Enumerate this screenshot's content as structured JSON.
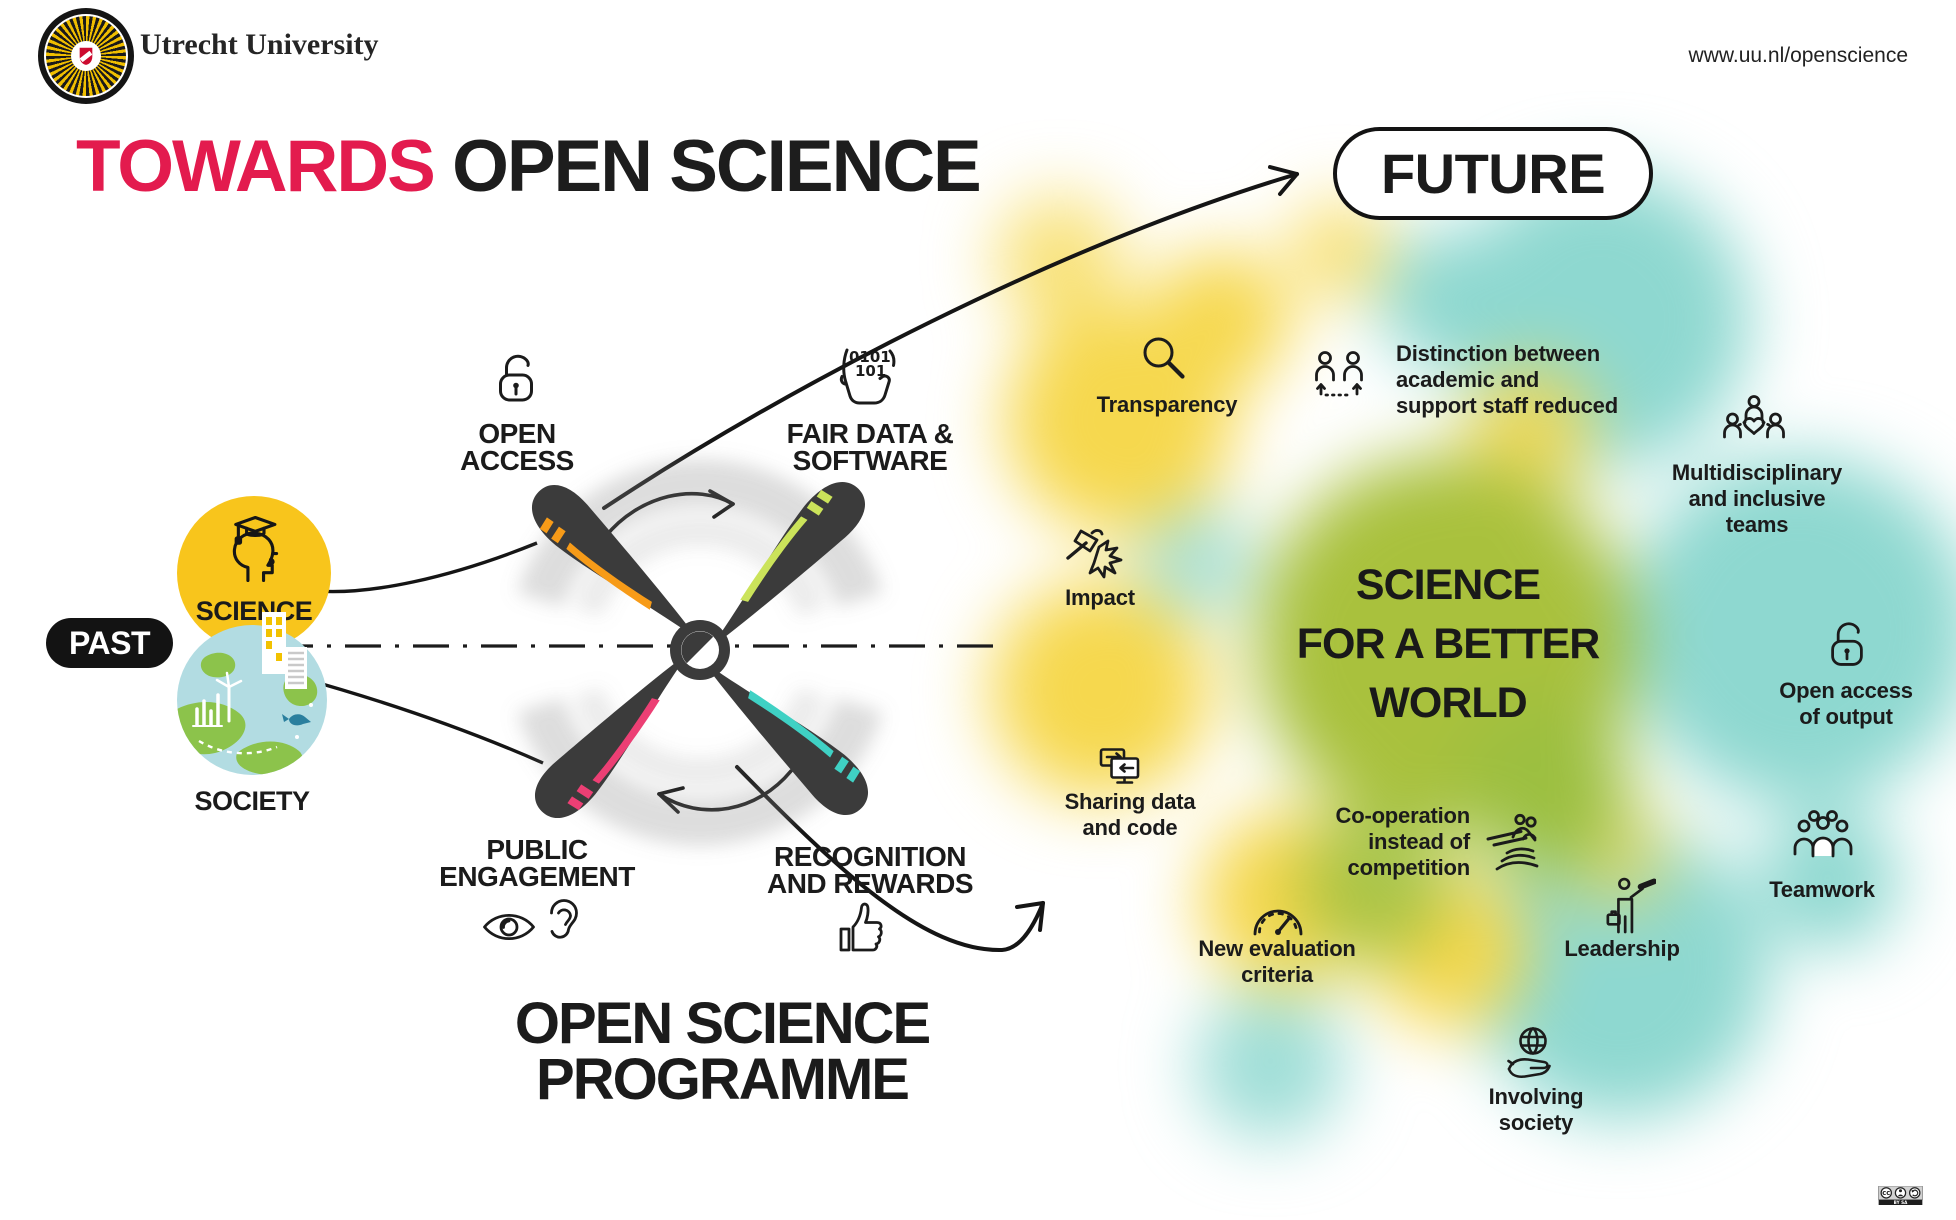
{
  "header": {
    "brand": "Utrecht University",
    "url": "www.uu.nl/openscience",
    "logo": "uu-sun-logo"
  },
  "title": {
    "accent": "TOWARDS",
    "rest": "OPEN SCIENCE"
  },
  "timeline": {
    "past_label": "PAST",
    "future_label": "FUTURE"
  },
  "origins": {
    "science_label": "SCIENCE",
    "society_label": "SOCIETY"
  },
  "propeller": {
    "hub_icon": "propeller-hub",
    "blades": [
      {
        "id": "open-access",
        "lines": [
          "OPEN",
          "ACCESS"
        ],
        "icon": "open-lock-icon",
        "color": "#f79b18"
      },
      {
        "id": "fair-data-software",
        "lines": [
          "FAIR DATA &",
          "SOFTWARE"
        ],
        "icon": "binary-hand-icon",
        "color": "#cbe35a"
      },
      {
        "id": "public-engagement",
        "lines": [
          "PUBLIC",
          "ENGAGEMENT"
        ],
        "icon": "eye-and-ear-icons",
        "color": "#ec3f74"
      },
      {
        "id": "recognition-rewards",
        "lines": [
          "RECOGNITION",
          "AND REWARDS"
        ],
        "icon": "thumbs-up-icon",
        "color": "#3fd1c4"
      }
    ]
  },
  "programme": {
    "lines": [
      "OPEN SCIENCE",
      "PROGRAMME"
    ]
  },
  "vision": {
    "lines": [
      "SCIENCE",
      "FOR A BETTER",
      "WORLD"
    ]
  },
  "outcomes": [
    {
      "id": "transparency",
      "lines": [
        "Transparency"
      ],
      "icon": "magnifier-icon"
    },
    {
      "id": "distinction-staff",
      "lines": [
        "Distinction between",
        "academic and",
        "support staff reduced"
      ],
      "icon": "people-exchange-icon"
    },
    {
      "id": "multidisciplinary-teams",
      "lines": [
        "Multidisciplinary",
        "and inclusive",
        "teams"
      ],
      "icon": "inclusive-team-icon"
    },
    {
      "id": "impact",
      "lines": [
        "Impact"
      ],
      "icon": "hammer-impact-icon"
    },
    {
      "id": "open-access-output",
      "lines": [
        "Open access",
        "of output"
      ],
      "icon": "open-lock-icon"
    },
    {
      "id": "sharing-data-code",
      "lines": [
        "Sharing data",
        "and code"
      ],
      "icon": "dual-screens-icon"
    },
    {
      "id": "co-operation",
      "lines": [
        "Co-operation",
        "instead of",
        "competition"
      ],
      "icon": "rowing-team-icon"
    },
    {
      "id": "new-evaluation-criteria",
      "lines": [
        "New evaluation",
        "criteria"
      ],
      "icon": "gauge-icon"
    },
    {
      "id": "leadership",
      "lines": [
        "Leadership"
      ],
      "icon": "telescope-person-icon"
    },
    {
      "id": "teamwork",
      "lines": [
        "Teamwork"
      ],
      "icon": "people-group-icon"
    },
    {
      "id": "involving-society",
      "lines": [
        "Involving",
        "society"
      ],
      "icon": "globe-hand-icon"
    }
  ],
  "license": {
    "badge": "BY SA"
  },
  "colors": {
    "accent_red": "#e31b4e",
    "science_yellow": "#f8c51c",
    "society_blue": "#b2dce2",
    "swirl_yellow": "#f6d84e",
    "swirl_green": "#a9c13d",
    "swirl_teal": "#8ed8d0",
    "blade_dark": "#3b3b3b"
  }
}
